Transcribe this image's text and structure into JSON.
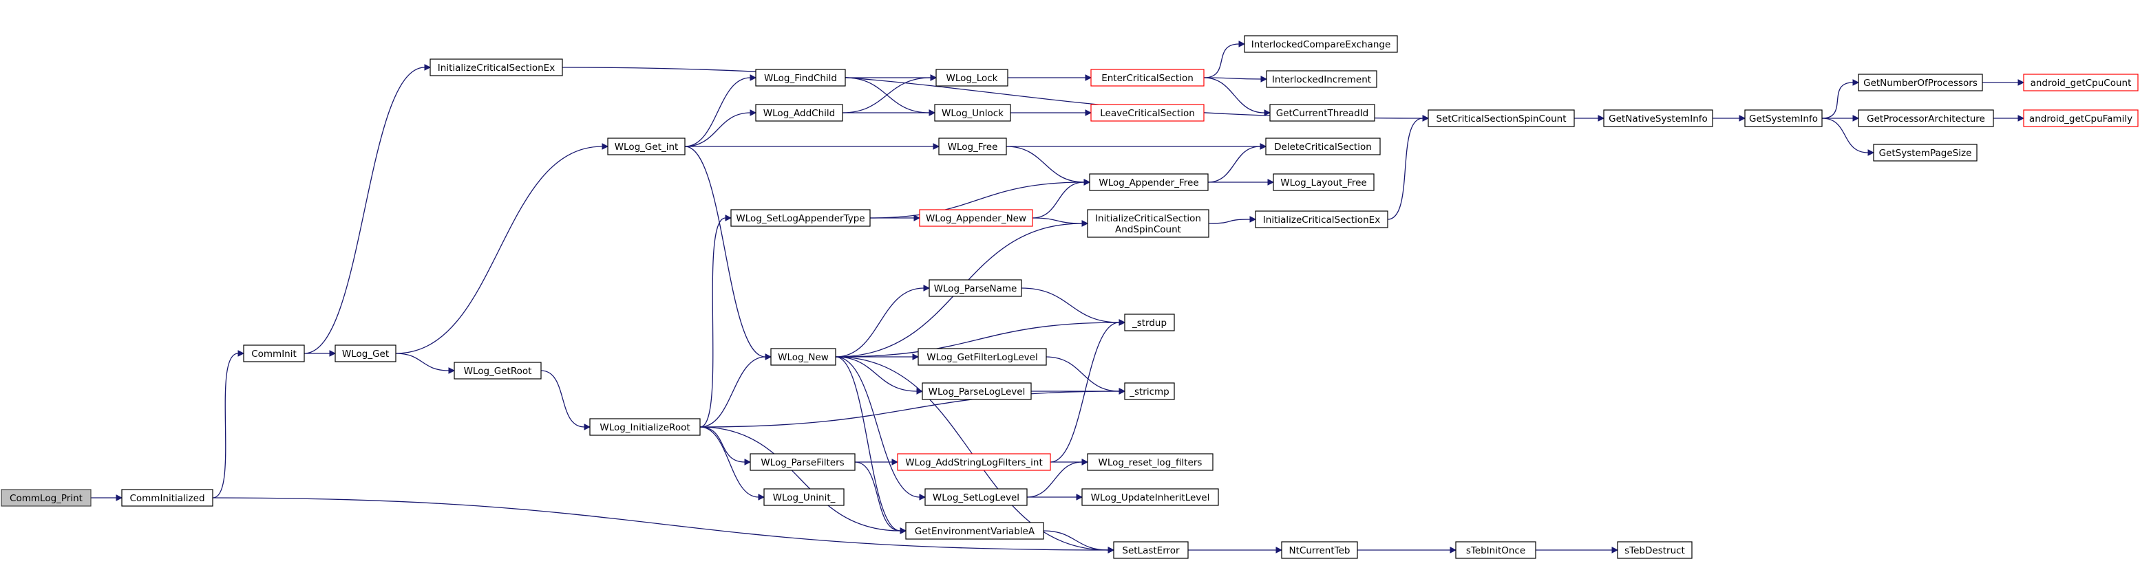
{
  "diagram": {
    "nodes": [
      {
        "id": "commlog_print",
        "lines": [
          "CommLog_Print"
        ],
        "style": "root"
      },
      {
        "id": "comminitialized",
        "lines": [
          "CommInitialized"
        ],
        "style": "normal"
      },
      {
        "id": "comminit",
        "lines": [
          "CommInit"
        ],
        "style": "normal"
      },
      {
        "id": "initcsex_top",
        "lines": [
          "InitializeCriticalSectionEx"
        ],
        "style": "normal"
      },
      {
        "id": "wlog_get",
        "lines": [
          "WLog_Get"
        ],
        "style": "normal"
      },
      {
        "id": "wlog_getroot",
        "lines": [
          "WLog_GetRoot"
        ],
        "style": "normal"
      },
      {
        "id": "wlog_get_int",
        "lines": [
          "WLog_Get_int"
        ],
        "style": "normal"
      },
      {
        "id": "wlog_initializeroot",
        "lines": [
          "WLog_InitializeRoot"
        ],
        "style": "normal"
      },
      {
        "id": "wlog_findchild",
        "lines": [
          "WLog_FindChild"
        ],
        "style": "normal"
      },
      {
        "id": "wlog_addchild",
        "lines": [
          "WLog_AddChild"
        ],
        "style": "normal"
      },
      {
        "id": "wlog_setlogappendertype",
        "lines": [
          "WLog_SetLogAppenderType"
        ],
        "style": "normal"
      },
      {
        "id": "wlog_new",
        "lines": [
          "WLog_New"
        ],
        "style": "normal"
      },
      {
        "id": "wlog_parsefilters",
        "lines": [
          "WLog_ParseFilters"
        ],
        "style": "normal"
      },
      {
        "id": "wlog_uninit",
        "lines": [
          "WLog_Uninit_"
        ],
        "style": "normal"
      },
      {
        "id": "wlog_lock",
        "lines": [
          "WLog_Lock"
        ],
        "style": "normal"
      },
      {
        "id": "wlog_unlock",
        "lines": [
          "WLog_Unlock"
        ],
        "style": "normal"
      },
      {
        "id": "wlog_free",
        "lines": [
          "WLog_Free"
        ],
        "style": "normal"
      },
      {
        "id": "wlog_appender_new",
        "lines": [
          "WLog_Appender_New"
        ],
        "style": "red"
      },
      {
        "id": "wlog_parsename",
        "lines": [
          "WLog_ParseName"
        ],
        "style": "normal"
      },
      {
        "id": "wlog_getfilterloglevel",
        "lines": [
          "WLog_GetFilterLogLevel"
        ],
        "style": "normal"
      },
      {
        "id": "wlog_parseloglevel",
        "lines": [
          "WLog_ParseLogLevel"
        ],
        "style": "normal"
      },
      {
        "id": "wlog_addstringlogfilters_int",
        "lines": [
          "WLog_AddStringLogFilters_int"
        ],
        "style": "red"
      },
      {
        "id": "wlog_setloglevel",
        "lines": [
          "WLog_SetLogLevel"
        ],
        "style": "normal"
      },
      {
        "id": "getenvironmentvariablea",
        "lines": [
          "GetEnvironmentVariableA"
        ],
        "style": "normal"
      },
      {
        "id": "entercriticalsection",
        "lines": [
          "EnterCriticalSection"
        ],
        "style": "red"
      },
      {
        "id": "leavecriticalsection",
        "lines": [
          "LeaveCriticalSection"
        ],
        "style": "red"
      },
      {
        "id": "wlog_appender_free",
        "lines": [
          "WLog_Appender_Free"
        ],
        "style": "normal"
      },
      {
        "id": "initcsandspincount",
        "lines": [
          "InitializeCriticalSection",
          "AndSpinCount"
        ],
        "style": "normal"
      },
      {
        "id": "strdup",
        "lines": [
          "_strdup"
        ],
        "style": "normal"
      },
      {
        "id": "stricmp",
        "lines": [
          "_stricmp"
        ],
        "style": "normal"
      },
      {
        "id": "wlog_reset_log_filters",
        "lines": [
          "WLog_reset_log_filters"
        ],
        "style": "normal"
      },
      {
        "id": "wlog_updateinheritlevel",
        "lines": [
          "WLog_UpdateInheritLevel"
        ],
        "style": "normal"
      },
      {
        "id": "setlasterror",
        "lines": [
          "SetLastError"
        ],
        "style": "normal"
      },
      {
        "id": "interlockedcompareexchange",
        "lines": [
          "InterlockedCompareExchange"
        ],
        "style": "normal"
      },
      {
        "id": "interlockedincrement",
        "lines": [
          "InterlockedIncrement"
        ],
        "style": "normal"
      },
      {
        "id": "getcurrentthreadid",
        "lines": [
          "GetCurrentThreadId"
        ],
        "style": "normal"
      },
      {
        "id": "deletecriticalsection",
        "lines": [
          "DeleteCriticalSection"
        ],
        "style": "normal"
      },
      {
        "id": "wlog_layout_free",
        "lines": [
          "WLog_Layout_Free"
        ],
        "style": "normal"
      },
      {
        "id": "initcsex_mid",
        "lines": [
          "InitializeCriticalSectionEx"
        ],
        "style": "normal"
      },
      {
        "id": "ntcurrentteb",
        "lines": [
          "NtCurrentTeb"
        ],
        "style": "normal"
      },
      {
        "id": "setcriticalsectionspincount",
        "lines": [
          "SetCriticalSectionSpinCount"
        ],
        "style": "normal"
      },
      {
        "id": "getnativesysteminfo",
        "lines": [
          "GetNativeSystemInfo"
        ],
        "style": "normal"
      },
      {
        "id": "getsysteminfo",
        "lines": [
          "GetSystemInfo"
        ],
        "style": "normal"
      },
      {
        "id": "stebinitonce",
        "lines": [
          "sTebInitOnce"
        ],
        "style": "normal"
      },
      {
        "id": "stebdestruct",
        "lines": [
          "sTebDestruct"
        ],
        "style": "normal"
      },
      {
        "id": "getnumberofprocessors",
        "lines": [
          "GetNumberOfProcessors"
        ],
        "style": "normal"
      },
      {
        "id": "getprocessorarchitecture",
        "lines": [
          "GetProcessorArchitecture"
        ],
        "style": "normal"
      },
      {
        "id": "getsystempagesize",
        "lines": [
          "GetSystemPageSize"
        ],
        "style": "normal"
      },
      {
        "id": "android_getcpucount",
        "lines": [
          "android_getCpuCount"
        ],
        "style": "red"
      },
      {
        "id": "android_getcpufamily",
        "lines": [
          "android_getCpuFamily"
        ],
        "style": "red"
      }
    ],
    "edges": [
      [
        "commlog_print",
        "comminitialized"
      ],
      [
        "comminitialized",
        "comminit"
      ],
      [
        "comminitialized",
        "setlasterror"
      ],
      [
        "comminit",
        "initcsex_top"
      ],
      [
        "comminit",
        "wlog_get"
      ],
      [
        "initcsex_top",
        "setcriticalsectionspincount"
      ],
      [
        "wlog_get",
        "wlog_get_int"
      ],
      [
        "wlog_get",
        "wlog_getroot"
      ],
      [
        "wlog_getroot",
        "wlog_initializeroot"
      ],
      [
        "wlog_get_int",
        "wlog_findchild"
      ],
      [
        "wlog_get_int",
        "wlog_addchild"
      ],
      [
        "wlog_get_int",
        "wlog_free"
      ],
      [
        "wlog_get_int",
        "wlog_new"
      ],
      [
        "wlog_initializeroot",
        "wlog_setlogappendertype"
      ],
      [
        "wlog_initializeroot",
        "wlog_new"
      ],
      [
        "wlog_initializeroot",
        "wlog_parsefilters"
      ],
      [
        "wlog_initializeroot",
        "wlog_uninit"
      ],
      [
        "wlog_initializeroot",
        "getenvironmentvariablea"
      ],
      [
        "wlog_initializeroot",
        "stricmp"
      ],
      [
        "wlog_findchild",
        "wlog_lock"
      ],
      [
        "wlog_findchild",
        "wlog_unlock"
      ],
      [
        "wlog_addchild",
        "wlog_lock"
      ],
      [
        "wlog_addchild",
        "wlog_unlock"
      ],
      [
        "wlog_lock",
        "entercriticalsection"
      ],
      [
        "wlog_unlock",
        "leavecriticalsection"
      ],
      [
        "wlog_free",
        "deletecriticalsection"
      ],
      [
        "wlog_free",
        "wlog_appender_free"
      ],
      [
        "wlog_setlogappendertype",
        "wlog_appender_free"
      ],
      [
        "wlog_setlogappendertype",
        "wlog_appender_new"
      ],
      [
        "wlog_appender_new",
        "wlog_appender_free"
      ],
      [
        "wlog_appender_new",
        "initcsandspincount"
      ],
      [
        "wlog_new",
        "initcsandspincount"
      ],
      [
        "wlog_new",
        "wlog_parsename"
      ],
      [
        "wlog_new",
        "strdup"
      ],
      [
        "wlog_new",
        "wlog_getfilterloglevel"
      ],
      [
        "wlog_new",
        "wlog_parseloglevel"
      ],
      [
        "wlog_new",
        "getenvironmentvariablea"
      ],
      [
        "wlog_new",
        "wlog_setloglevel"
      ],
      [
        "wlog_new",
        "setlasterror"
      ],
      [
        "wlog_parsefilters",
        "wlog_addstringlogfilters_int"
      ],
      [
        "wlog_parsefilters",
        "getenvironmentvariablea"
      ],
      [
        "wlog_parsename",
        "strdup"
      ],
      [
        "wlog_getfilterloglevel",
        "stricmp"
      ],
      [
        "wlog_parseloglevel",
        "stricmp"
      ],
      [
        "wlog_addstringlogfilters_int",
        "strdup"
      ],
      [
        "wlog_addstringlogfilters_int",
        "wlog_reset_log_filters"
      ],
      [
        "wlog_setloglevel",
        "wlog_reset_log_filters"
      ],
      [
        "wlog_setloglevel",
        "wlog_updateinheritlevel"
      ],
      [
        "getenvironmentvariablea",
        "setlasterror"
      ],
      [
        "entercriticalsection",
        "interlockedcompareexchange"
      ],
      [
        "entercriticalsection",
        "interlockedincrement"
      ],
      [
        "entercriticalsection",
        "getcurrentthreadid"
      ],
      [
        "wlog_appender_free",
        "deletecriticalsection"
      ],
      [
        "wlog_appender_free",
        "wlog_layout_free"
      ],
      [
        "initcsandspincount",
        "initcsex_mid"
      ],
      [
        "initcsex_mid",
        "setcriticalsectionspincount"
      ],
      [
        "setcriticalsectionspincount",
        "getnativesysteminfo"
      ],
      [
        "getnativesysteminfo",
        "getsysteminfo"
      ],
      [
        "getsysteminfo",
        "getnumberofprocessors"
      ],
      [
        "getsysteminfo",
        "getprocessorarchitecture"
      ],
      [
        "getsysteminfo",
        "getsystempagesize"
      ],
      [
        "getnumberofprocessors",
        "android_getcpucount"
      ],
      [
        "getprocessorarchitecture",
        "android_getcpufamily"
      ],
      [
        "setlasterror",
        "ntcurrentteb"
      ],
      [
        "ntcurrentteb",
        "stebinitonce"
      ],
      [
        "stebinitonce",
        "stebdestruct"
      ]
    ]
  }
}
